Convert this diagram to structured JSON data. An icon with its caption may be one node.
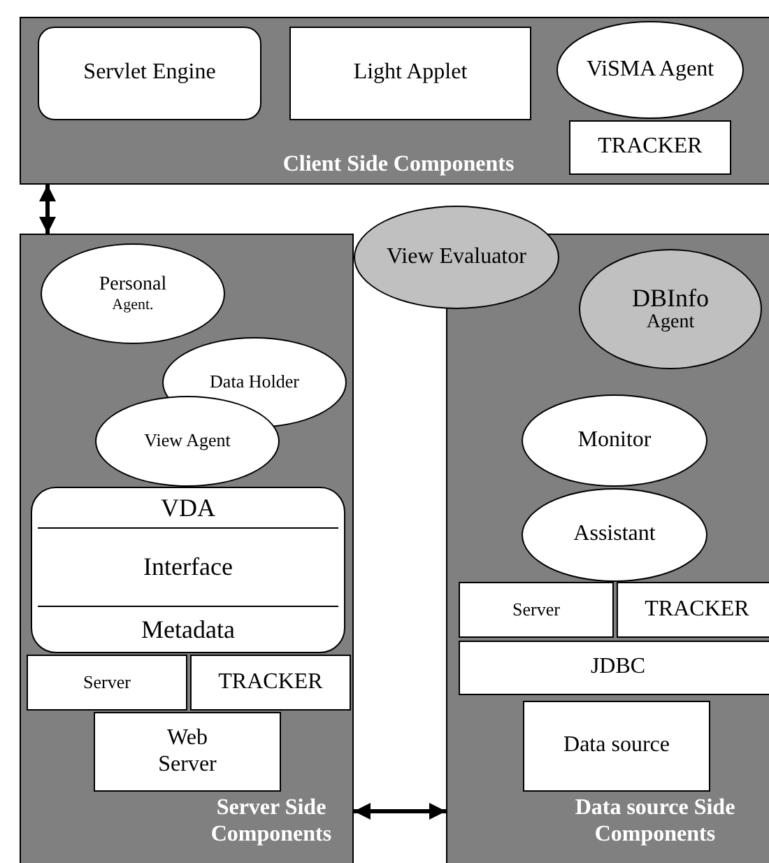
{
  "diagram": {
    "nodes": [
      {
        "text": [
          "Client Side Components"
        ]
      },
      {
        "text": [
          "Servlet Engine"
        ],
        "in": 0
      },
      {
        "text": [
          "Light Applet"
        ],
        "in": 0
      },
      {
        "text": [
          "ViSMA Agent"
        ],
        "in": 0
      },
      {
        "text": [
          "TRACKER"
        ],
        "in": 0
      },
      {
        "text": [
          "Server Side Components"
        ]
      },
      {
        "text": [
          "Personal",
          "Agent."
        ],
        "in": 5
      },
      {
        "text": [
          "Data Holder"
        ],
        "in": 5
      },
      {
        "text": [
          "View Agent"
        ],
        "in": 5
      },
      {
        "text": [
          "VDA",
          "Interface",
          "Metadata"
        ],
        "in": 5
      },
      {
        "text": [
          "Server"
        ],
        "in": 5
      },
      {
        "text": [
          "TRACKER"
        ],
        "in": 5
      },
      {
        "text": [
          "Web Server"
        ],
        "in": 5
      },
      {
        "text": [
          "View Evaluator"
        ]
      },
      {
        "text": [
          "Data source Side Components"
        ]
      },
      {
        "text": [
          "DBInfo",
          "Agent"
        ],
        "in": 14
      },
      {
        "text": [
          "Monitor"
        ],
        "in": 14
      },
      {
        "text": [
          "Assistant"
        ],
        "in": 14
      },
      {
        "text": [
          "Server"
        ],
        "in": 14
      },
      {
        "text": [
          "TRACKER"
        ],
        "in": 14
      },
      {
        "text": [
          "JDBC"
        ],
        "in": 14
      },
      {
        "text": [
          "Data source"
        ],
        "in": 14
      }
    ],
    "edges": [
      {
        "from": 0,
        "to": 5,
        "arrow": "both"
      },
      {
        "from": 5,
        "to": 14,
        "arrow": "both"
      }
    ]
  }
}
